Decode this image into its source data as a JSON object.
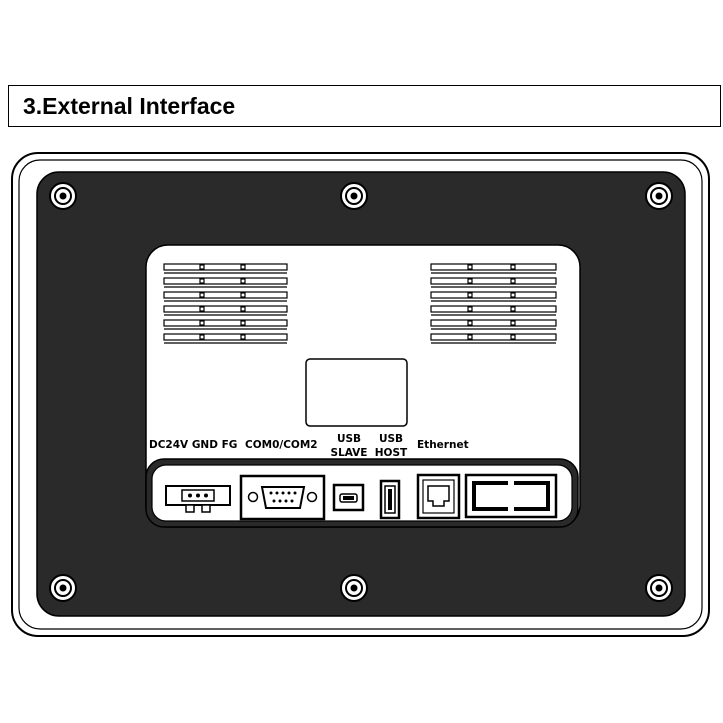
{
  "section": {
    "title": "3.External Interface"
  },
  "ports": {
    "power": "DC24V GND FG",
    "com": "COM0/COM2",
    "usb_slave_line1": "USB",
    "usb_slave_line2": "SLAVE",
    "usb_host_line1": "USB",
    "usb_host_line2": "HOST",
    "ethernet": "Ethernet"
  }
}
